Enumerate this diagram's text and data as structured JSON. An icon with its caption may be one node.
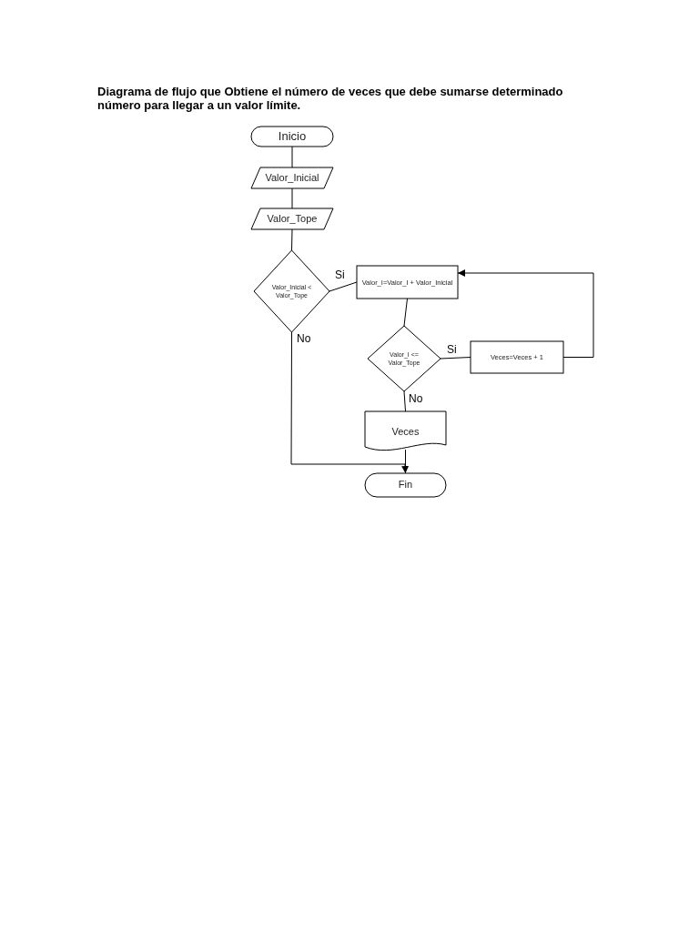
{
  "diagram": {
    "title": "Diagrama de flujo que Obtiene el número de veces que debe sumarse determinado número para llegar a un valor límite.",
    "nodes": [
      {
        "text": [
          "Inicio"
        ]
      },
      {
        "text": [
          "Valor_Inicial"
        ]
      },
      {
        "text": [
          "Valor_Tope"
        ]
      },
      {
        "text": [
          "Valor_Inicial < Valor_Tope"
        ]
      },
      {
        "text": [
          "Valor_I=Valor_I + Valor_Inicial"
        ]
      },
      {
        "text": [
          "Valor_I <= Valor_Tope"
        ]
      },
      {
        "text": [
          "Veces=Veces + 1"
        ]
      },
      {
        "text": [
          "Veces"
        ]
      },
      {
        "text": [
          "Fin"
        ]
      }
    ],
    "edges": [
      {
        "from": 0,
        "to": 1,
        "arrow": "none"
      },
      {
        "from": 1,
        "to": 2,
        "arrow": "none"
      },
      {
        "from": 2,
        "to": 3,
        "arrow": "none"
      },
      {
        "from": 3,
        "to": 4,
        "arrow": "none",
        "label": "Si"
      },
      {
        "from": 3,
        "to": 8,
        "arrow": "to",
        "label": "No"
      },
      {
        "from": 4,
        "to": 5,
        "arrow": "none"
      },
      {
        "from": 5,
        "to": 6,
        "arrow": "none",
        "label": "Si"
      },
      {
        "from": 6,
        "to": 4,
        "arrow": "to"
      },
      {
        "from": 5,
        "to": 7,
        "arrow": "none",
        "label": "No"
      },
      {
        "from": 7,
        "to": 8,
        "arrow": "none"
      }
    ]
  }
}
